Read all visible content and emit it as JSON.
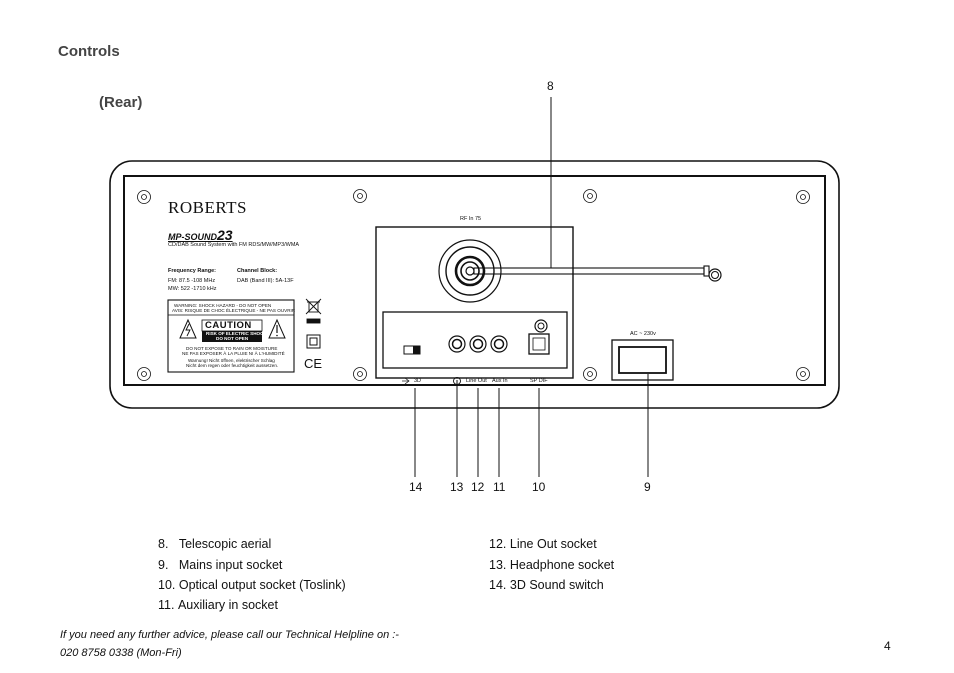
{
  "page": {
    "title": "Controls",
    "subtitle": "(Rear)",
    "page_number": "4"
  },
  "device": {
    "brand": "ROBERTS",
    "model_prefix": "MP-SOUND",
    "model_number": "23",
    "description": "CD/DAB Sound System with FM RDS/MW/MP3/WMA",
    "freq_range_label": "Frequency Range:",
    "fm_line": "FM:   87.5 -108 MHz",
    "mw_line": "MW:   522 -1710 kHz",
    "channel_block_label": "Channel Block:",
    "dab_line": "DAB (Band III):  5A-13F",
    "warning_line1": "WARNING: SHOCK HAZARD - DO NOT OPEN",
    "warning_line2": "AVIS: RISQUE DE CHOC ÉLECTRIQUE - NE PAS OUVRIR",
    "caution_title": "CAUTION",
    "caution_sub1": "RISK OF ELECTRIC SHOCK",
    "caution_sub2": "DO NOT OPEN",
    "rain_line1": "DO NOT EXPOSE TO RAIN OR MOISTURE",
    "rain_line2": "NE PAS EXPOSER À LA PLUIE NI À L'HUMIDITÉ",
    "german_line1": "Warnung! Nicht öffnen, elektrischer Schlag",
    "german_line2": "Nicht dem regen oder feuchtigkeit aussetzen.",
    "ce_mark": "CE",
    "rf_label": "RF In   75",
    "ac_label": "AC ~ 230v",
    "label_3d": "3D",
    "label_lineout": "Line Out",
    "label_auxin": "Aux In",
    "label_spdif": "SP DIF"
  },
  "callouts": [
    "8",
    "14",
    "13",
    "12",
    "11",
    "10",
    "9"
  ],
  "legend_left": [
    {
      "num": "8.",
      "text": "Telescopic aerial"
    },
    {
      "num": "9.",
      "text": "Mains input socket"
    },
    {
      "num": "10.",
      "text": "Optical output socket (Toslink)"
    },
    {
      "num": "11.",
      "text": "Auxiliary in socket"
    }
  ],
  "legend_right": [
    {
      "num": "12.",
      "text": "Line Out socket"
    },
    {
      "num": "13.",
      "text": "Headphone socket"
    },
    {
      "num": "14.",
      "text": "3D Sound switch"
    }
  ],
  "footer": {
    "line1": "If you need any further advice, please call our Technical Helpline on :-",
    "line2": "020 8758 0338 (Mon-Fri)"
  }
}
